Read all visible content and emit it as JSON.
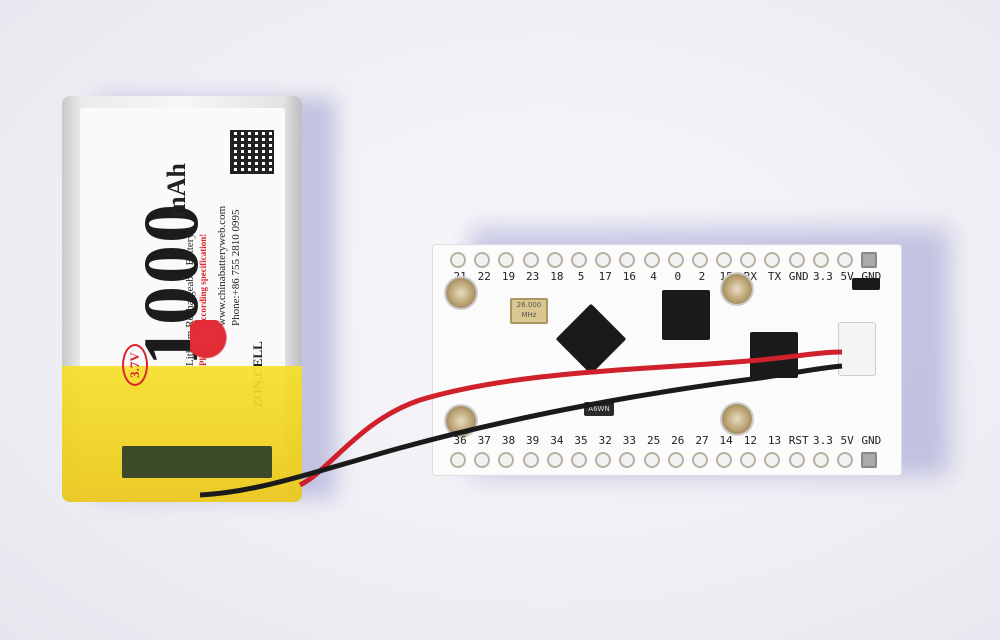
{
  "scene": {
    "description": "Photo of a lithium polymer battery connected by red and black wires to a white ESP32 development board with a JST connector, on a white/lavender background",
    "background_color": "#eeeef4"
  },
  "battery": {
    "capacity": "1000",
    "unit": "mAh",
    "type": "Lithium Rechargeable Battery",
    "warning": "Please use according specification!",
    "website": "www.chinabatteryweb.com",
    "phone": "Phone:+86 755 2810 0995",
    "brand": "ZON.CELL",
    "voltage": "3.7V",
    "tape_color": "#f2d72a",
    "accent_color": "#d8262a"
  },
  "board": {
    "top_pins": [
      "21",
      "22",
      "19",
      "23",
      "18",
      "5",
      "17",
      "16",
      "4",
      "0",
      "2",
      "15",
      "RX",
      "TX",
      "GND",
      "3.3",
      "5V",
      "GND"
    ],
    "bottom_pins": [
      "36",
      "37",
      "38",
      "39",
      "34",
      "35",
      "32",
      "33",
      "25",
      "26",
      "27",
      "14",
      "12",
      "13",
      "RST",
      "3.3",
      "5V",
      "GND"
    ],
    "crystal_label": "26.000 MHz",
    "diode_label": "A6WN"
  },
  "wires": {
    "red": "#d0202a",
    "black": "#1a1a1a"
  }
}
